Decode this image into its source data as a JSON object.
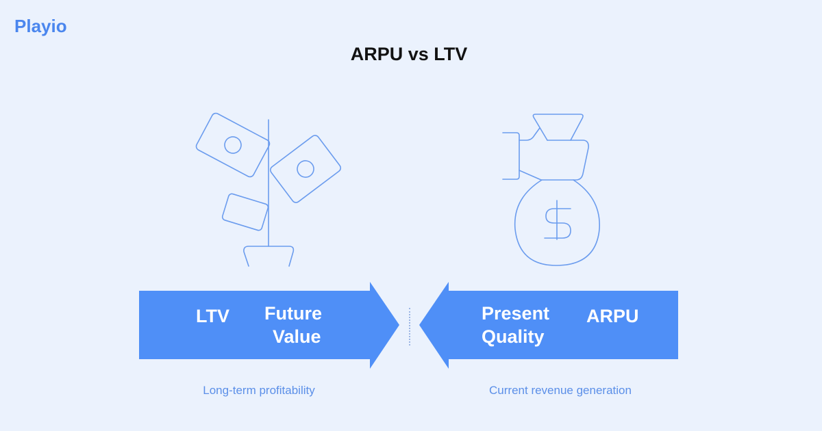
{
  "brand": {
    "logo_text": "Playio",
    "color": "#4a86ee"
  },
  "title": "ARPU vs LTV",
  "colors": {
    "background": "#ebf2fd",
    "arrow": "#4f8ff7",
    "icon_stroke": "#6b9cee",
    "caption": "#5b8fe8"
  },
  "left_panel": {
    "icon": "money-plant-icon",
    "arrow_direction": "right",
    "label": "LTV",
    "descriptor_line1": "Future",
    "descriptor_line2": "Value",
    "caption": "Long-term profitability"
  },
  "right_panel": {
    "icon": "money-bag-hand-icon",
    "arrow_direction": "left",
    "label": "ARPU",
    "descriptor_line1": "Present",
    "descriptor_line2": "Quality",
    "caption": "Current revenue generation"
  }
}
